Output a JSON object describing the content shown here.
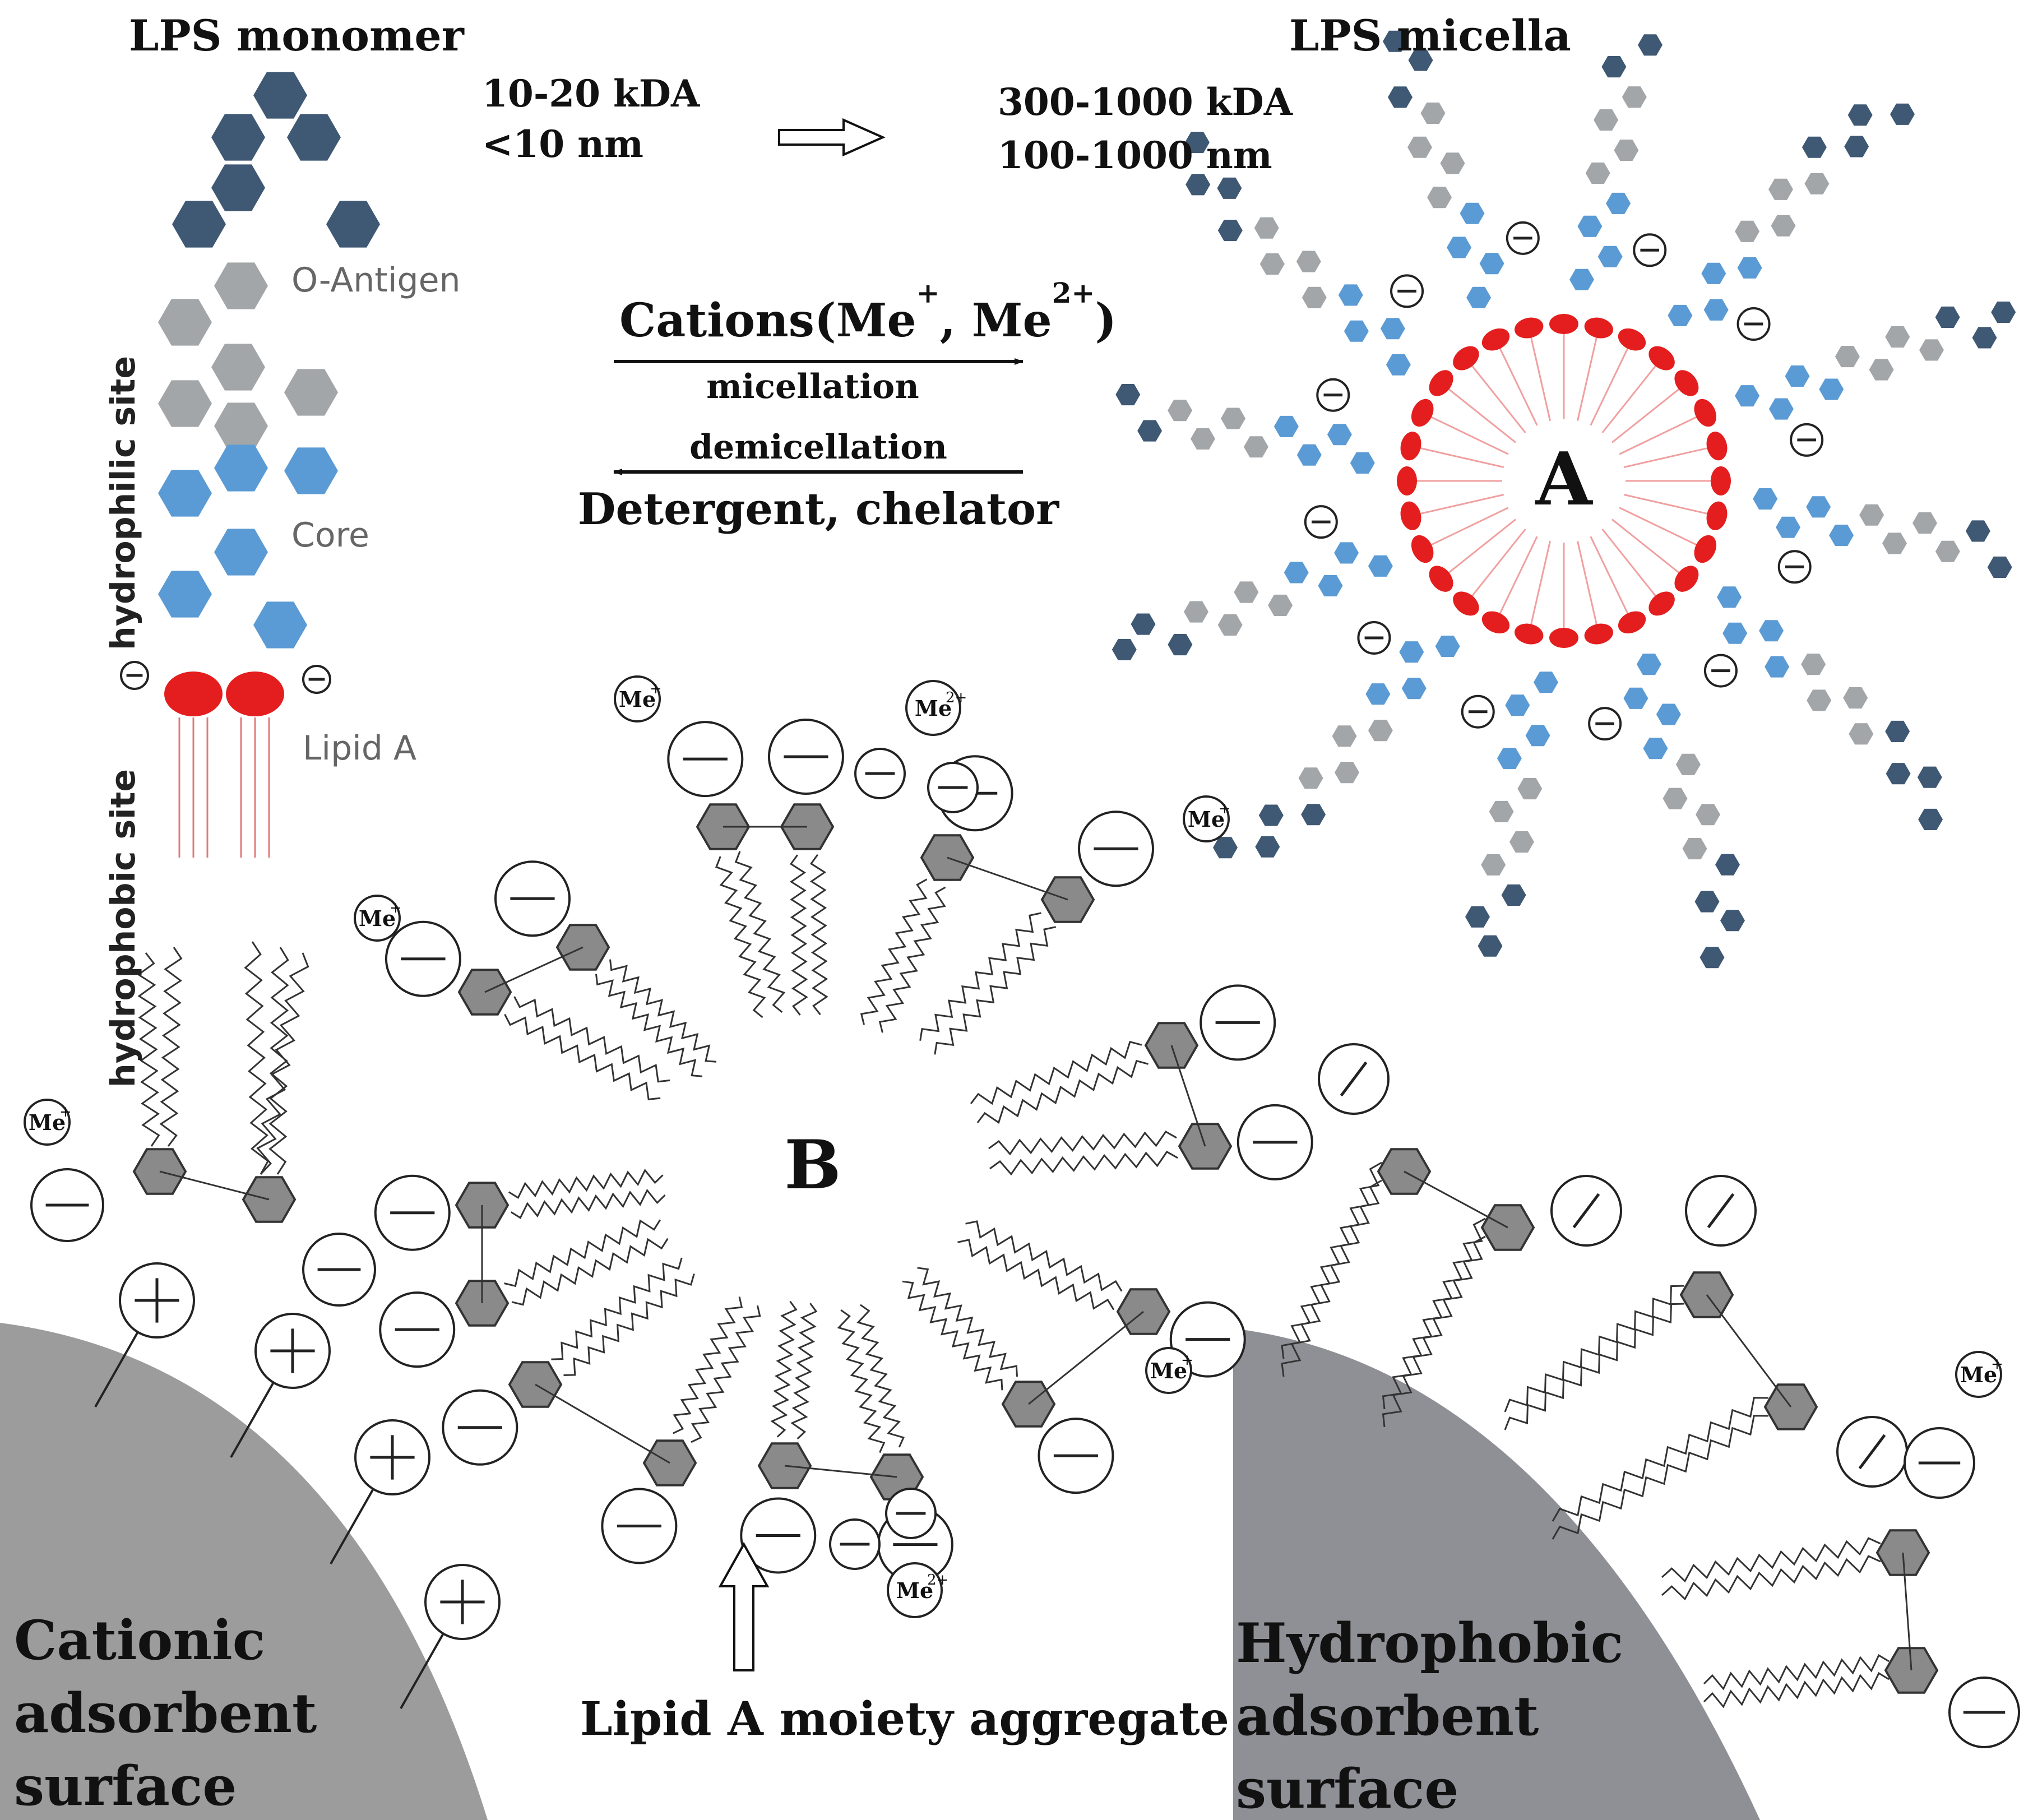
{
  "monomer": {
    "title": "LPS monomer",
    "label_o_antigen": "O-Antigen",
    "label_core": "Core",
    "label_lipid_a": "Lipid A",
    "label_hydrophilic": "hydrophilic site",
    "label_hydrophobic": "hydrophobic site"
  },
  "monomer_size": {
    "mass": "10-20 kDA",
    "size": "<10 nm"
  },
  "micelle": {
    "title": "LPS micella",
    "mass": "300-1000 kDA",
    "size": "100-1000 nm",
    "label": "A"
  },
  "equilibrium": {
    "cations_prefix": "Cations",
    "cation_symbol": "Me",
    "charge_plus": "+",
    "charge_2plus": "2+",
    "forward": "micellation",
    "backward": "demicellation",
    "reverse_agents": "Detergent, chelator"
  },
  "aggregate": {
    "label": "B",
    "caption": "Lipid A moiety aggregate"
  },
  "cationic_surface": {
    "line1": "Cationic",
    "line2": "adsorbent",
    "line3": "surface"
  },
  "hydrophobic_surface": {
    "line1": "Hydrophobic",
    "line2": "adsorbent",
    "line3": "surface"
  },
  "colors": {
    "o_antigen_dark": "#3f5873",
    "o_antigen_grey": "#a3a6a9",
    "core_blue": "#5b9bd5",
    "lipid_red": "#e41e1e",
    "cationic_surface": "#9c9c9c",
    "hydrophobic_surface": "#8f8f96",
    "sugar_grey": "#8a8a8a"
  }
}
